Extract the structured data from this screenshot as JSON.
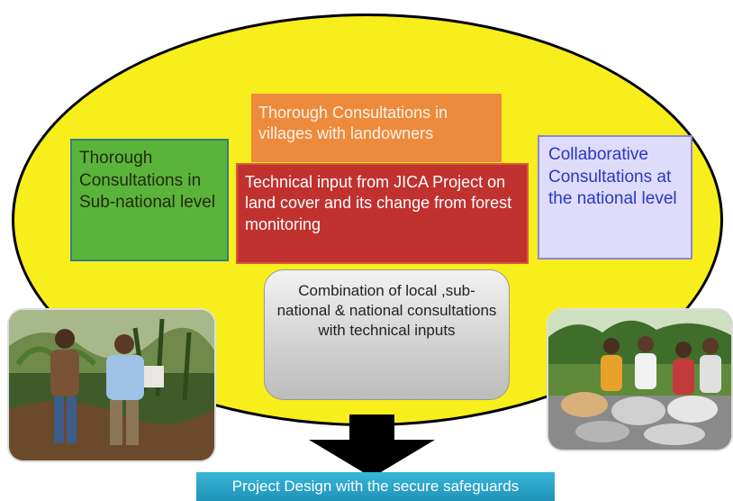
{
  "boxes": {
    "subnational": "Thorough Consultations in Sub-national level",
    "villages": "Thorough Consultations in villages with landowners",
    "technical": "Technical input from JICA Project on land cover and its change from forest monitoring",
    "national": "Collaborative Consultations at the national level",
    "combination": "Combination of local ,sub-national & national consultations with technical inputs",
    "result": "Project Design with the secure safeguards"
  },
  "colors": {
    "ellipse_fill": "#f7ee1c",
    "subnational_box": "#5bb43a",
    "villages_box": "#ee8a3c",
    "technical_box": "#c0312f",
    "national_box": "#dedcfa",
    "national_text": "#2a37c4",
    "result_box": "#2aa6cc"
  }
}
